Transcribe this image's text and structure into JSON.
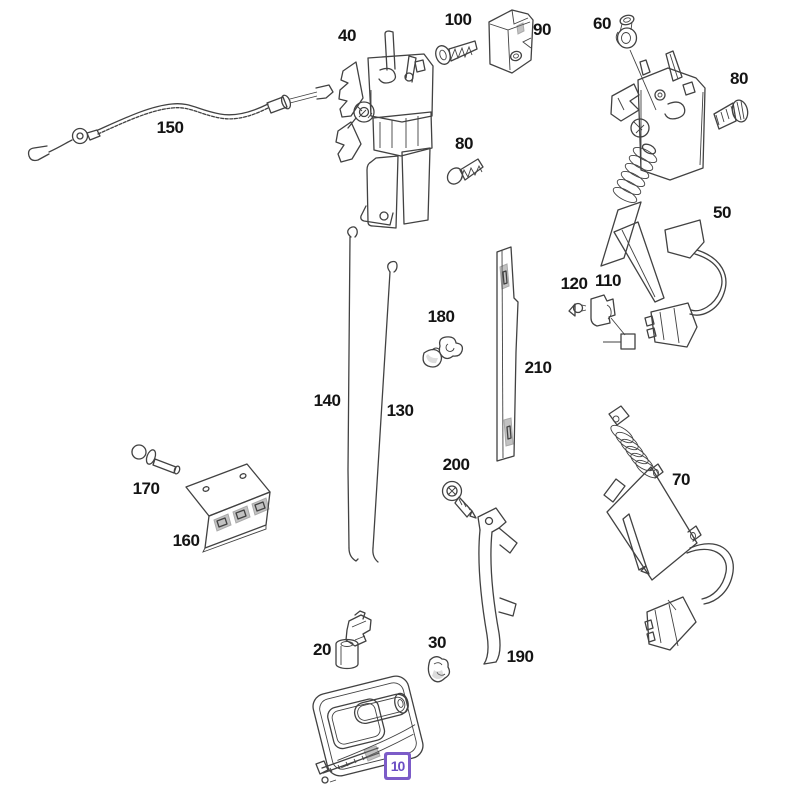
{
  "diagram": {
    "colors": {
      "background": "#ffffff",
      "line": "#424242",
      "label_text": "#141414",
      "highlight_box": "#7c5cc8",
      "highlight_inner": "#ffffff",
      "highlight_text": "#6a4ec4"
    },
    "labels": [
      {
        "text": "40"
      },
      {
        "text": "100"
      },
      {
        "text": "90"
      },
      {
        "text": "60"
      },
      {
        "text": "80"
      },
      {
        "text": "150"
      },
      {
        "text": "80"
      },
      {
        "text": "50"
      },
      {
        "text": "120"
      },
      {
        "text": "110"
      },
      {
        "text": "180"
      },
      {
        "text": "210"
      },
      {
        "text": "140"
      },
      {
        "text": "130"
      },
      {
        "text": "170"
      },
      {
        "text": "200"
      },
      {
        "text": "70"
      },
      {
        "text": "160"
      },
      {
        "text": "30"
      },
      {
        "text": "20"
      },
      {
        "text": "190"
      }
    ],
    "highlighted_label": {
      "text": "10"
    }
  }
}
